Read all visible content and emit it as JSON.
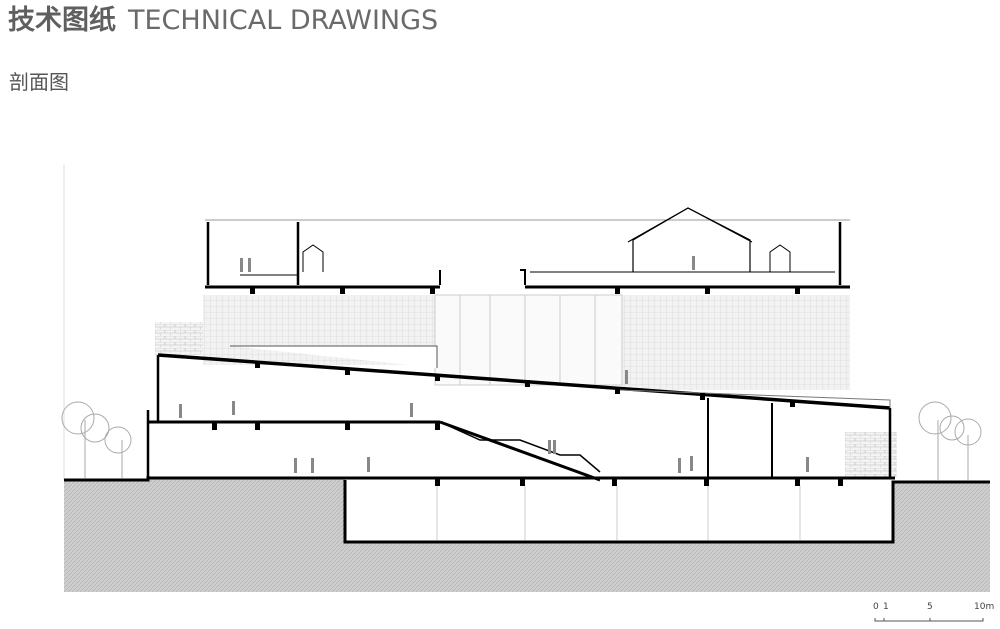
{
  "header": {
    "title_cn": "技术图纸",
    "title_en": "TECHNICAL DRAWINGS"
  },
  "drawing": {
    "subtitle": "剖面图",
    "type": "building section"
  },
  "scale_bar": {
    "labels": [
      "0",
      "1",
      "5",
      "10m"
    ]
  }
}
